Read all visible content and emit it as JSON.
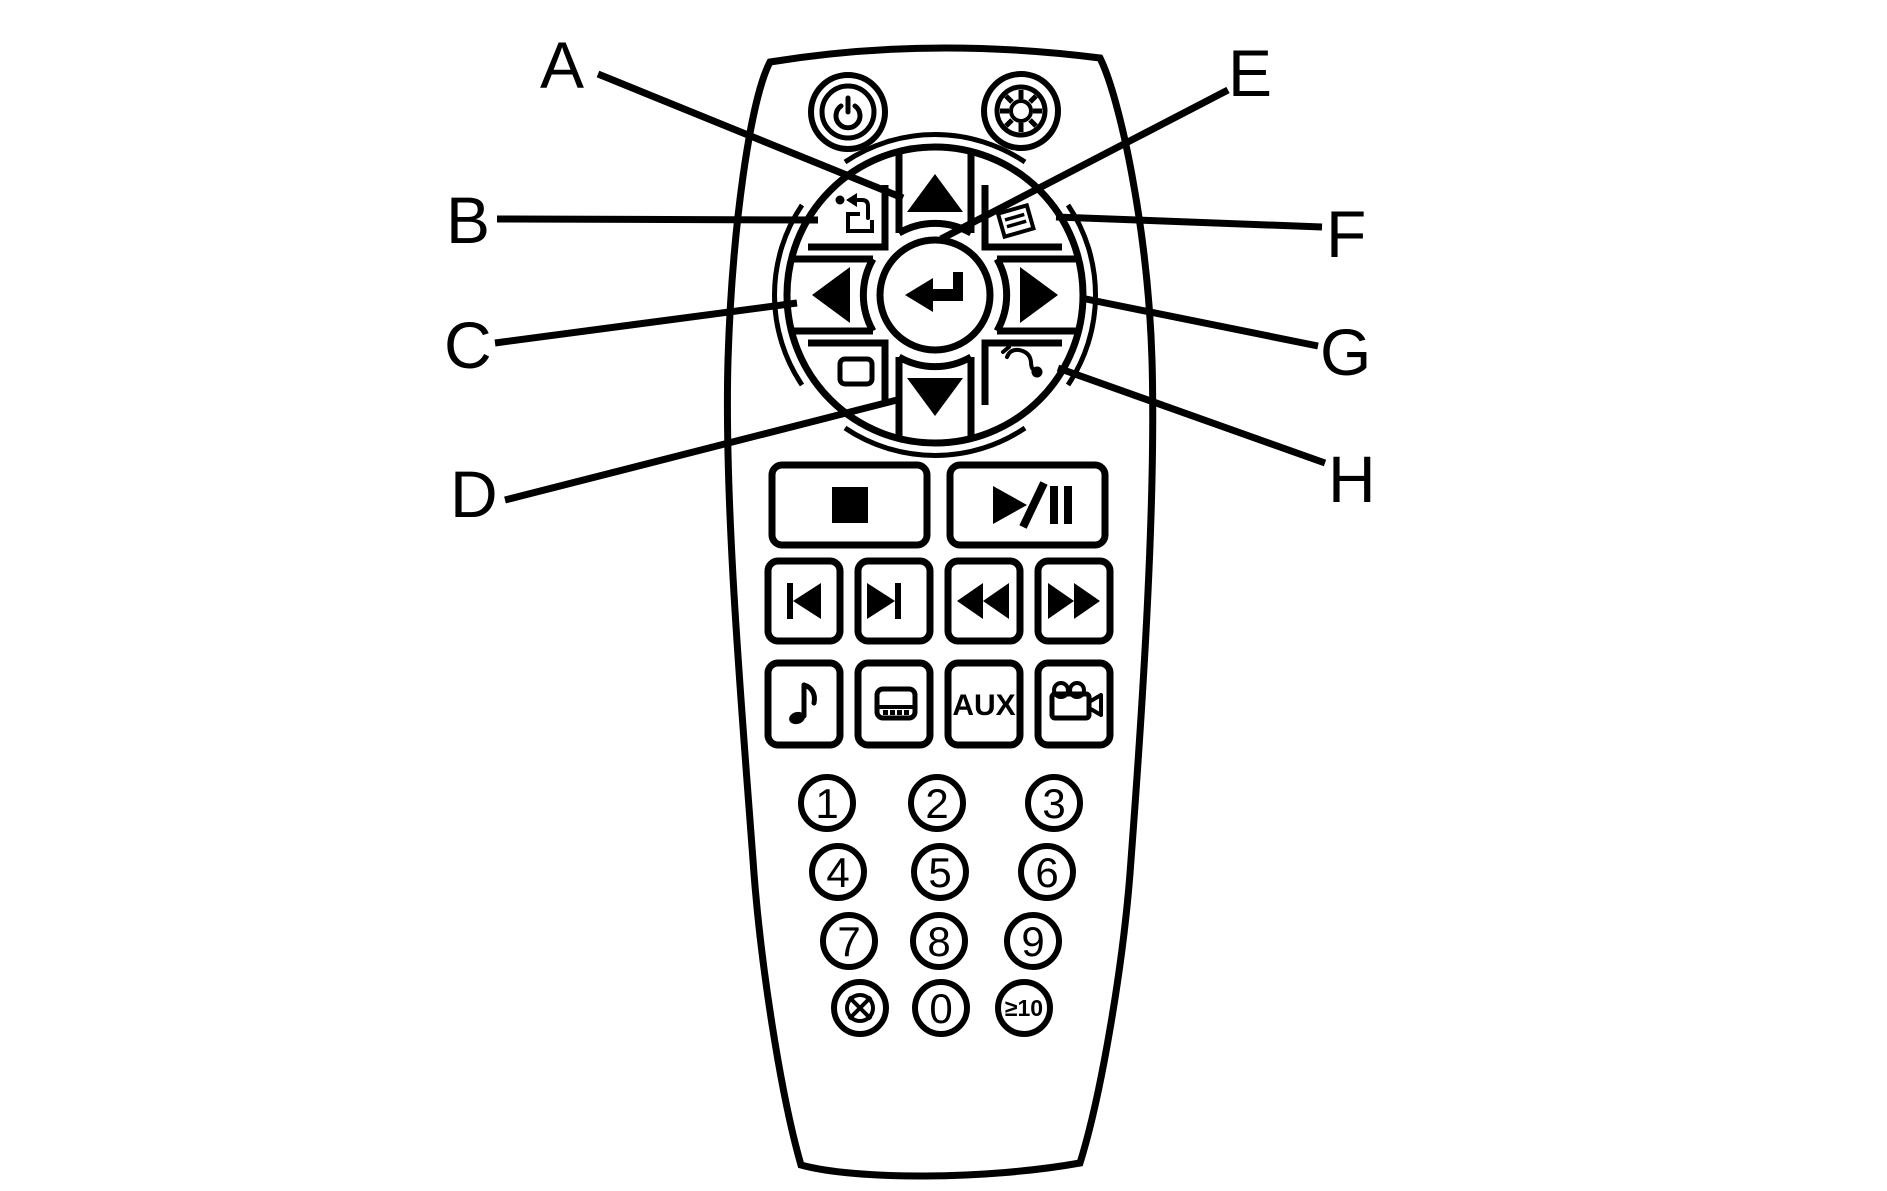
{
  "figure": {
    "type": "remote-control-callout-diagram",
    "ink_color": "#000000",
    "background_color": "#ffffff"
  },
  "callouts": {
    "left": [
      {
        "label": "A",
        "points_to": "cursor-up-button"
      },
      {
        "label": "B",
        "points_to": "back-button"
      },
      {
        "label": "C",
        "points_to": "cursor-left-button"
      },
      {
        "label": "D",
        "points_to": "cursor-down-button"
      }
    ],
    "right": [
      {
        "label": "E",
        "points_to": "enter-button"
      },
      {
        "label": "F",
        "points_to": "menu-button"
      },
      {
        "label": "G",
        "points_to": "cursor-right-button"
      },
      {
        "label": "H",
        "points_to": "audio-button"
      }
    ]
  },
  "top_buttons": {
    "power_icon": "power-icon",
    "display_icon": "brightness-dial-icon"
  },
  "dpad": {
    "center_icon": "enter-return-icon",
    "up_icon": "arrow-up-icon",
    "down_icon": "arrow-down-icon",
    "left_icon": "arrow-left-icon",
    "right_icon": "arrow-right-icon",
    "top_left_icon": "back-return-to-box-icon",
    "top_right_icon": "menu-list-icon",
    "bottom_left_icon": "display-screen-icon",
    "bottom_right_icon": "headphone-audio-icon"
  },
  "media_buttons": {
    "stop_icon": "stop-square-icon",
    "play_pause_icon": "play-pause-icon",
    "prev_track_icon": "previous-track-icon",
    "next_track_icon": "next-track-icon",
    "rewind_icon": "rewind-icon",
    "fast_forward_icon": "fast-forward-icon",
    "music_icon": "music-note-icon",
    "disc_icon": "media-player-icon",
    "aux_label": "AUX",
    "camera_icon": "video-camera-icon"
  },
  "numpad": {
    "digits": [
      "1",
      "2",
      "3",
      "4",
      "5",
      "6",
      "7",
      "8",
      "9",
      "0"
    ],
    "cancel_icon": "circle-x-cancel-icon",
    "gte10_label": "≥10"
  }
}
